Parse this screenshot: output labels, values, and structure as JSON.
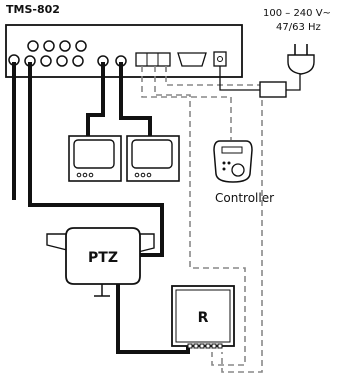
{
  "title": "TMS-802",
  "power": {
    "voltage": "100 – 240 V~",
    "frequency": "47/63 Hz"
  },
  "labels": {
    "controller": "Controller",
    "ptz": "PTZ",
    "receiver": "R"
  }
}
